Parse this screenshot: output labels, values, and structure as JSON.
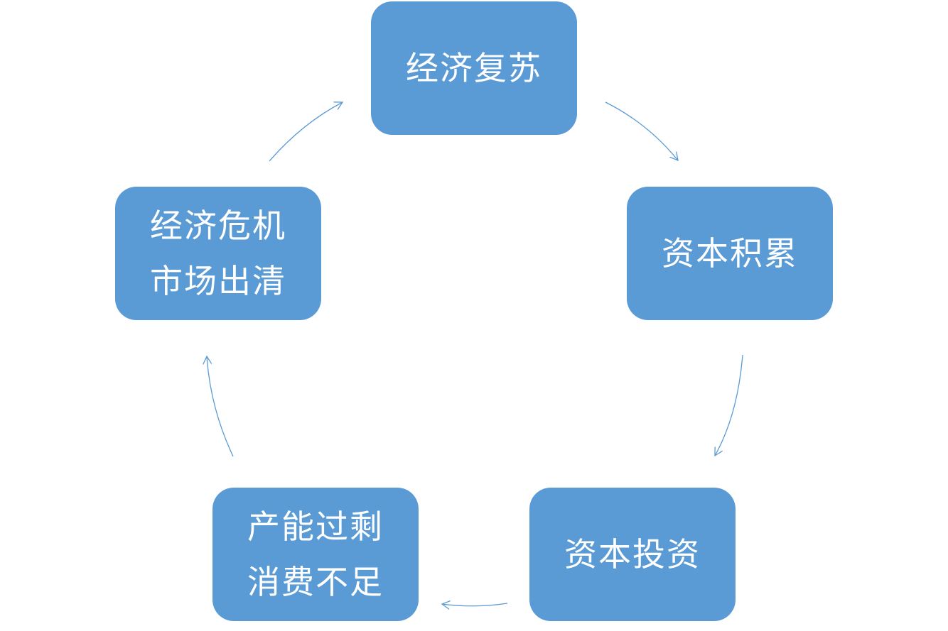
{
  "diagram": {
    "type": "cycle",
    "accent_color": "#5b9bd5",
    "text_color": "#ffffff",
    "nodes": [
      {
        "id": "recovery",
        "lines": [
          "经济复苏"
        ]
      },
      {
        "id": "accum",
        "lines": [
          "资本积累"
        ]
      },
      {
        "id": "invest",
        "lines": [
          "资本投资"
        ]
      },
      {
        "id": "overcap",
        "lines": [
          "产能过剩",
          "消费不足"
        ]
      },
      {
        "id": "crisis",
        "lines": [
          "经济危机",
          "市场出清"
        ]
      }
    ],
    "edges": [
      {
        "from": "recovery",
        "to": "accum"
      },
      {
        "from": "accum",
        "to": "invest"
      },
      {
        "from": "invest",
        "to": "overcap"
      },
      {
        "from": "overcap",
        "to": "crisis"
      },
      {
        "from": "crisis",
        "to": "recovery"
      }
    ]
  }
}
